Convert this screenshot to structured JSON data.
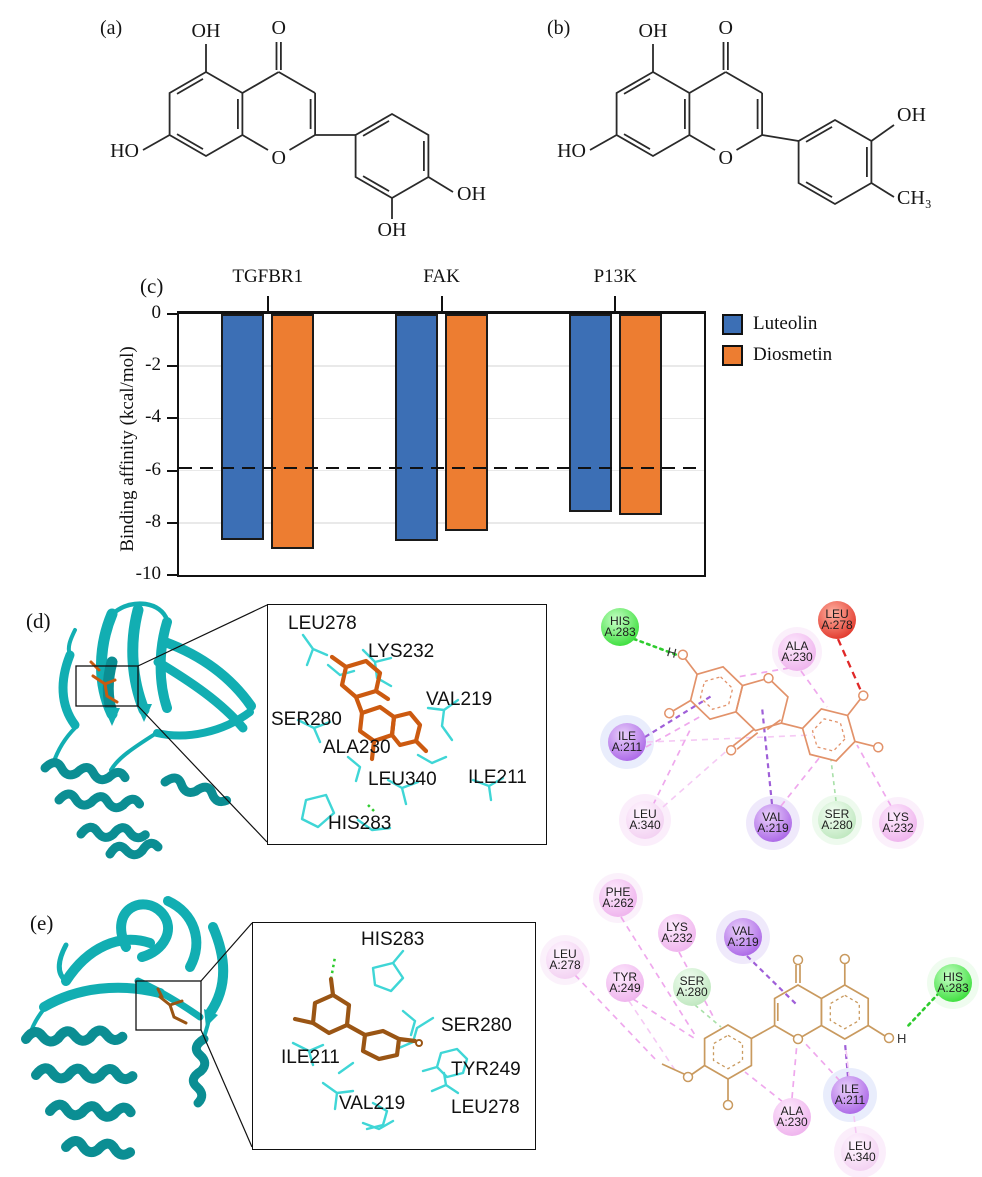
{
  "panels": {
    "a": {
      "label": "(a)",
      "atoms": {
        "oh5": "OH",
        "o4": "O",
        "o1": "O",
        "ho7": "HO",
        "oh_right": "OH",
        "oh_bottom": "OH"
      }
    },
    "b": {
      "label": "(b)",
      "atoms": {
        "oh5": "OH",
        "o4": "O",
        "o1": "O",
        "ho7": "HO",
        "oh_right": "OH",
        "ch3": "CH₃"
      }
    },
    "d": {
      "label": "(d)",
      "closeup_residues": [
        "LEU278",
        "LYS232",
        "VAL219",
        "SER280",
        "ALA230",
        "LEU340",
        "ILE211",
        "HIS283"
      ],
      "diagram": {
        "h_label": "H",
        "residues": [
          {
            "name": "HIS",
            "id": "A:283"
          },
          {
            "name": "LEU",
            "id": "A:278"
          },
          {
            "name": "ALA",
            "id": "A:230"
          },
          {
            "name": "ILE",
            "id": "A:211"
          },
          {
            "name": "LEU",
            "id": "A:340"
          },
          {
            "name": "VAL",
            "id": "A:219"
          },
          {
            "name": "SER",
            "id": "A:280"
          },
          {
            "name": "LYS",
            "id": "A:232"
          }
        ]
      }
    },
    "e": {
      "label": "(e)",
      "closeup_residues": [
        "HIS283",
        "SER280",
        "TYR249",
        "LEU278",
        "VAL219",
        "ILE211"
      ],
      "diagram": {
        "h_label": "H",
        "residues": [
          {
            "name": "PHE",
            "id": "A:262"
          },
          {
            "name": "LEU",
            "id": "A:278"
          },
          {
            "name": "LYS",
            "id": "A:232"
          },
          {
            "name": "TYR",
            "id": "A:249"
          },
          {
            "name": "SER",
            "id": "A:280"
          },
          {
            "name": "VAL",
            "id": "A:219"
          },
          {
            "name": "HIS",
            "id": "A:283"
          },
          {
            "name": "ALA",
            "id": "A:230"
          },
          {
            "name": "ILE",
            "id": "A:211"
          },
          {
            "name": "LEU",
            "id": "A:340"
          }
        ]
      }
    }
  },
  "chart_data": {
    "type": "bar",
    "panel_label": "(c)",
    "categories": [
      "TGFBR1",
      "FAK",
      "P13K"
    ],
    "series": [
      {
        "name": "Luteolin",
        "color": "#3C6FB5",
        "values": [
          -8.65,
          -8.7,
          -7.6
        ]
      },
      {
        "name": "Diosmetin",
        "color": "#ED7D31",
        "values": [
          -9.0,
          -8.3,
          -7.7
        ]
      }
    ],
    "ylabel": "Binding affinity (kcal/mol)",
    "ylim": [
      -10,
      0
    ],
    "yticks": [
      0,
      -2,
      -4,
      -6,
      -8,
      -10
    ],
    "threshold": -5.9,
    "grid": true,
    "legend_position": "right"
  },
  "colors": {
    "luteolin_bar": "#3C6FB5",
    "diosmetin_bar": "#ED7D31",
    "protein_ribbon": "#12AEB2",
    "closeup_stick": "#3FD6D6",
    "ligand_stick_d": "#CC5A10",
    "ligand_stick_e": "#9A5514",
    "ligand_2d_d": "#E2926A",
    "ligand_2d_e": "#C99A5F",
    "hbond_green": "#2ECC2E",
    "unfavorable_red": "#E02828",
    "pi_sigma_purple": "#9F5FD8",
    "alkyl_pink": "#EFA8ED",
    "vdw_green": "#BFE8BF",
    "threshold_dash": "#111111"
  }
}
